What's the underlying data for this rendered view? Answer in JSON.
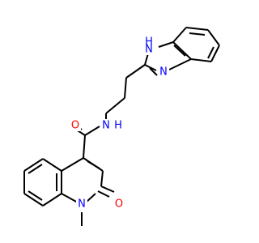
{
  "molecule": {
    "atoms": {
      "nh_indole": {
        "text": "H",
        "element": "N"
      },
      "nh_indole_n": {
        "text": "N",
        "element": "N"
      },
      "n_imine": {
        "text": "N",
        "element": "N"
      },
      "amide_n": {
        "text": "N",
        "element": "N"
      },
      "amide_h": {
        "text": "H",
        "element": "N"
      },
      "amide_o": {
        "text": "O",
        "element": "O"
      },
      "ring_n": {
        "text": "N",
        "element": "N"
      },
      "ketone_o": {
        "text": "O",
        "element": "O"
      }
    },
    "colors": {
      "N": "#0000ff",
      "O": "#ff0000",
      "C": "#000000",
      "bond": "#000000"
    }
  }
}
